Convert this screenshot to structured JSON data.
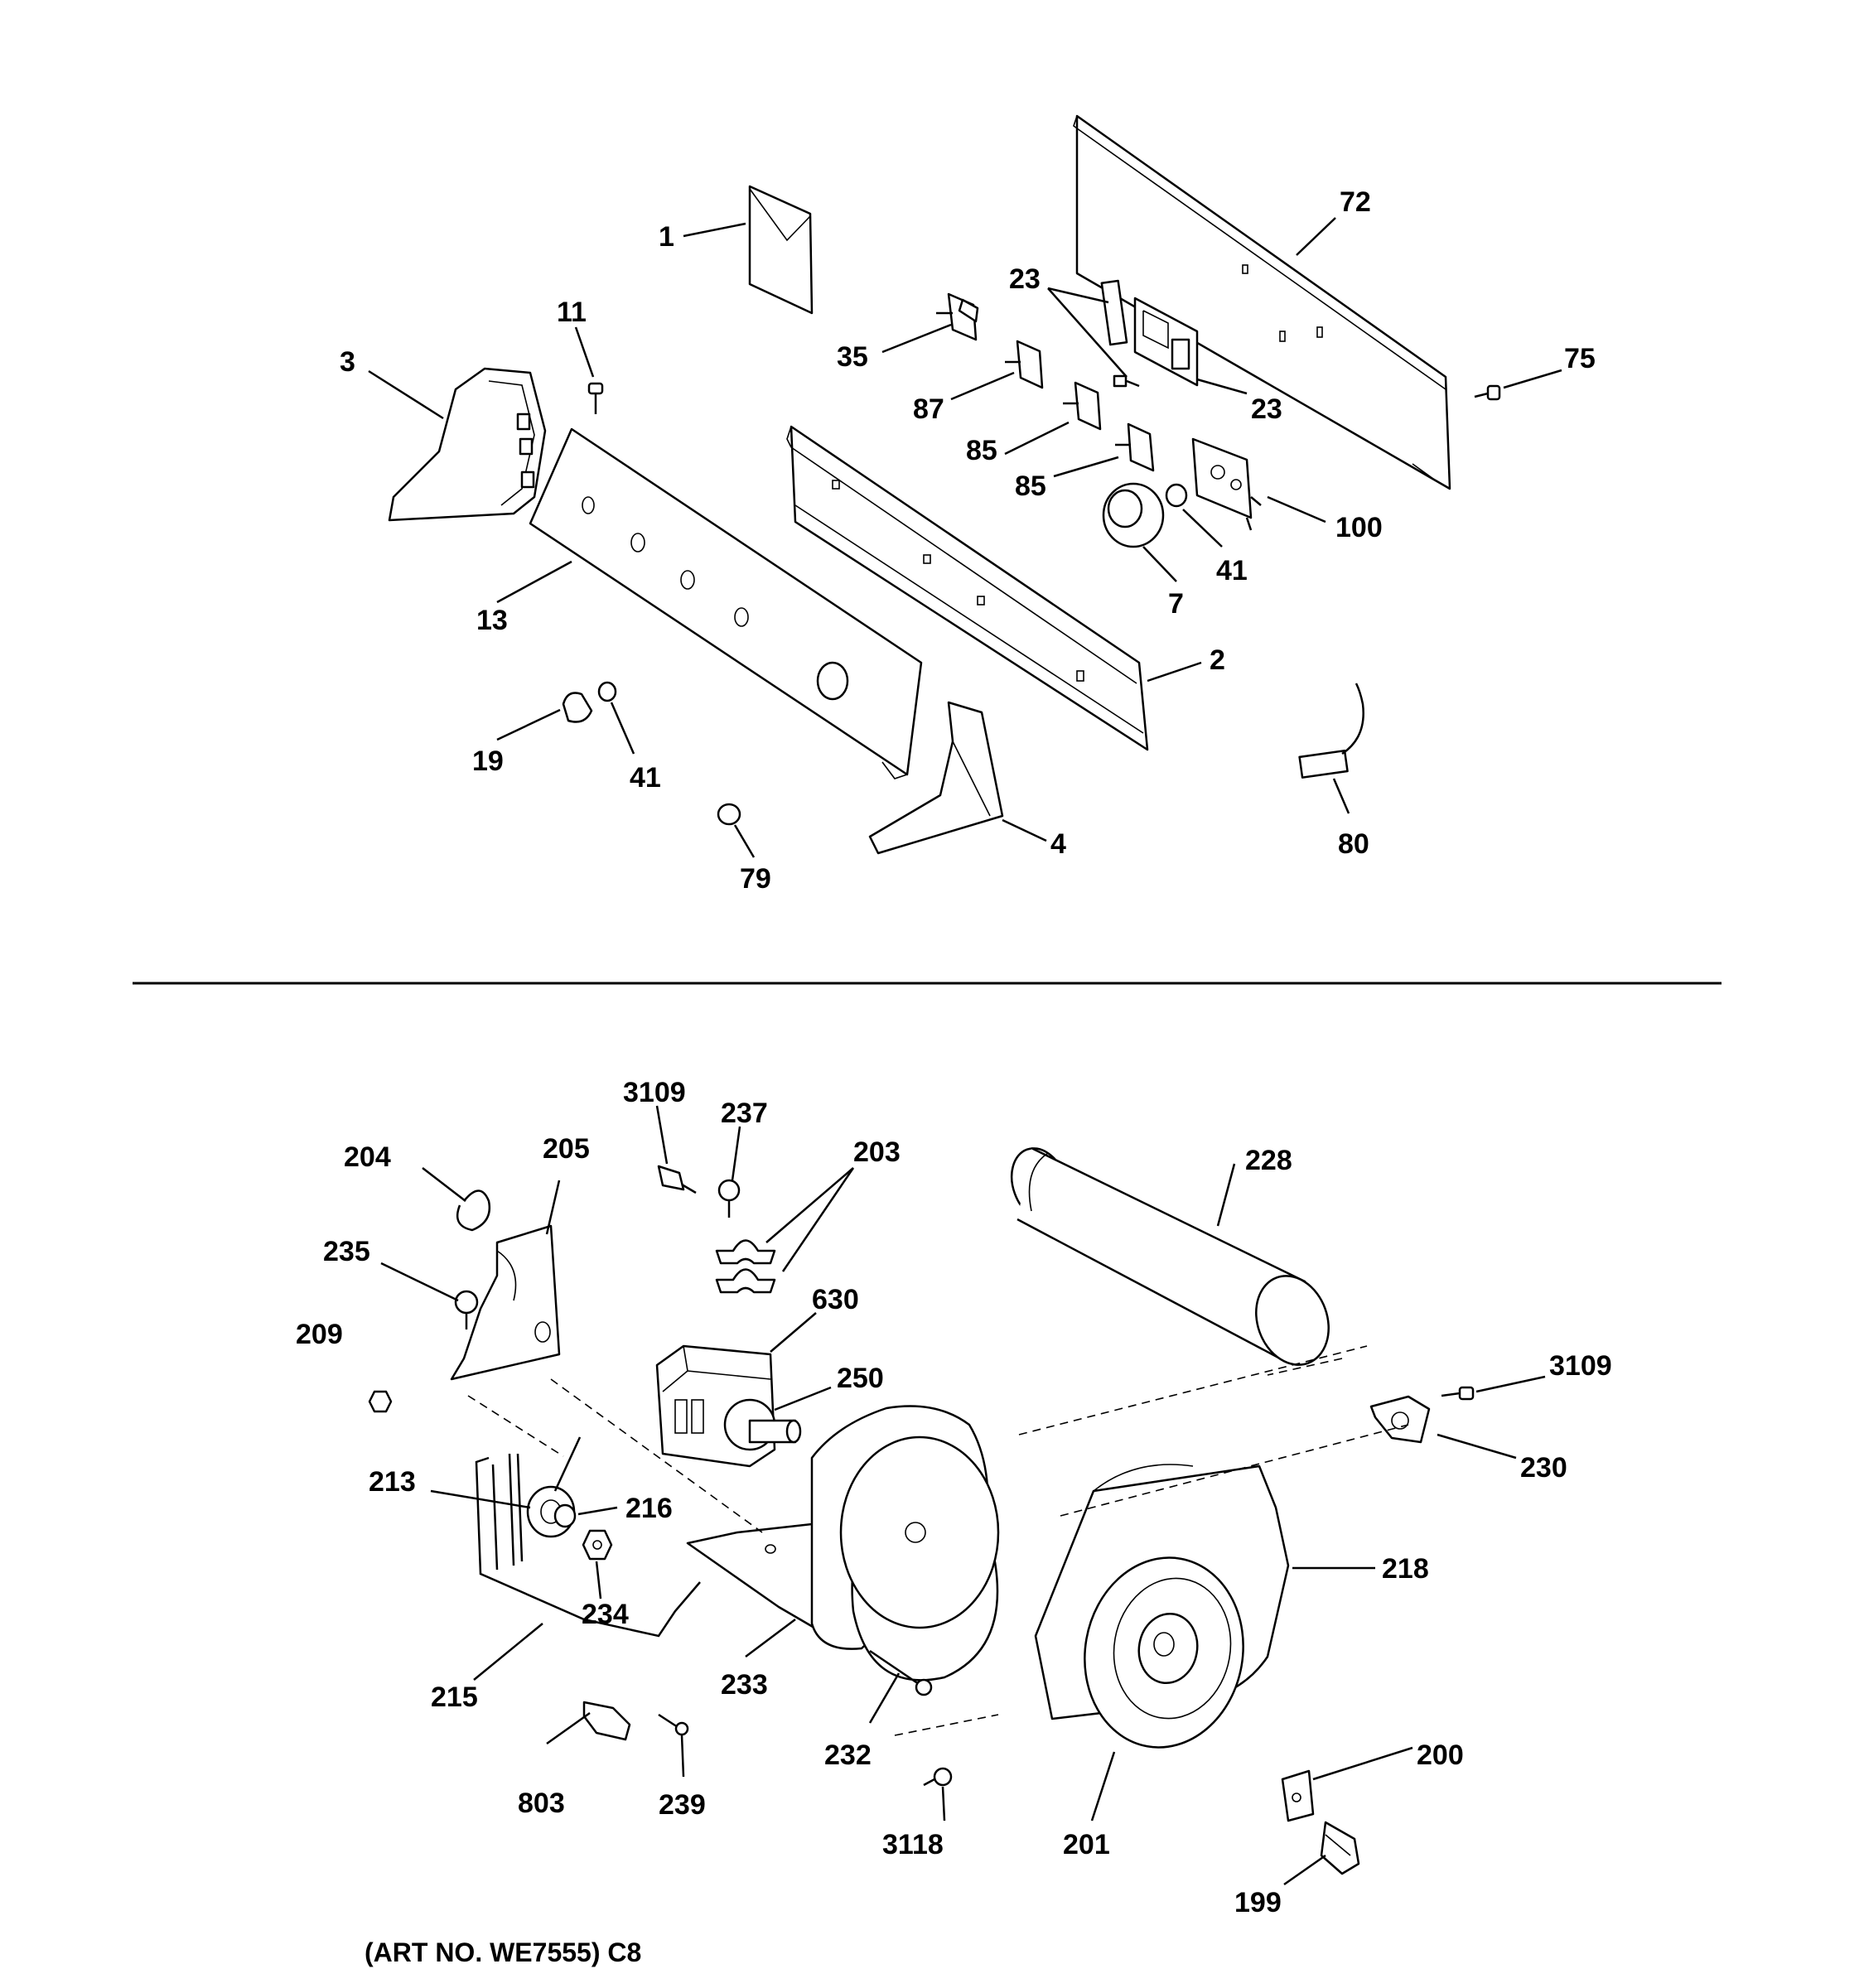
{
  "caption": "(ART NO. WE7555) C8",
  "callouts": {
    "c1": "1",
    "c72": "72",
    "c23a": "23",
    "c11": "11",
    "c35": "35",
    "c75": "75",
    "c3": "3",
    "c23b": "23",
    "c87": "87",
    "c85a": "85",
    "c85b": "85",
    "c100": "100",
    "c41a": "41",
    "c7": "7",
    "c13": "13",
    "c2": "2",
    "c19": "19",
    "c41b": "41",
    "c80": "80",
    "c79": "79",
    "c4": "4",
    "c3109a": "3109",
    "c237": "237",
    "c203": "203",
    "c204": "204",
    "c205": "205",
    "c228": "228",
    "c235": "235",
    "c630": "630",
    "c209": "209",
    "c250": "250",
    "c3109b": "3109",
    "c230": "230",
    "c213": "213",
    "c216": "216",
    "c218": "218",
    "c234": "234",
    "c215": "215",
    "c233": "233",
    "c232": "232",
    "c803": "803",
    "c239": "239",
    "c200": "200",
    "c3118": "3118",
    "c201": "201",
    "c199": "199"
  }
}
